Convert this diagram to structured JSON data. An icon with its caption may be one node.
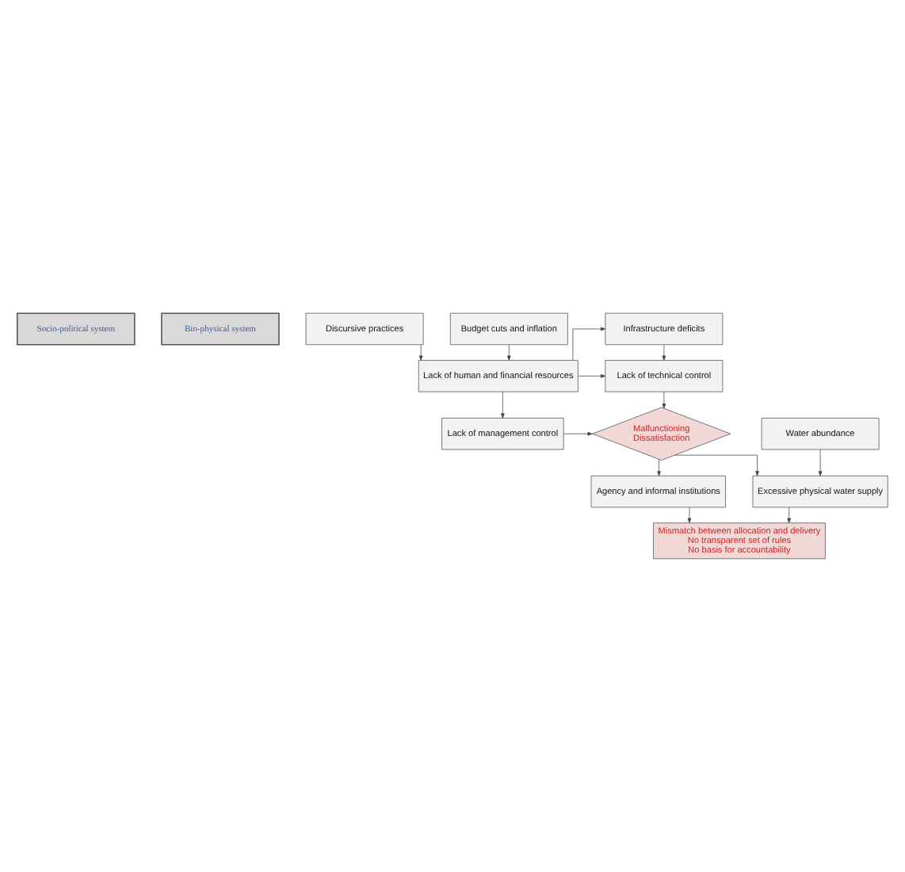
{
  "diagram": {
    "nodes": [
      {
        "text": [
          "Socio-political system"
        ]
      },
      {
        "text": [
          "Bio-physical system"
        ]
      },
      {
        "text": [
          "Discursive practices"
        ]
      },
      {
        "text": [
          "Budget cuts and inflation"
        ]
      },
      {
        "text": [
          "Lack of human and financial resources"
        ]
      },
      {
        "text": [
          "Infrastructure deficits"
        ]
      },
      {
        "text": [
          "Lack of technical control"
        ]
      },
      {
        "text": [
          "Lack of management control"
        ]
      },
      {
        "text": [
          "Malfunctioning",
          "Dissatisfaction"
        ]
      },
      {
        "text": [
          "Water abundance"
        ]
      },
      {
        "text": [
          "Agency and informal institutions"
        ]
      },
      {
        "text": [
          "Excessive physical water supply"
        ]
      },
      {
        "text": [
          "Mismatch between allocation and delivery",
          "No transparent set of rules",
          "No basis for accountability"
        ]
      }
    ],
    "edges": [
      {
        "from": 2,
        "to": 4,
        "arrow": "to"
      },
      {
        "from": 3,
        "to": 4,
        "arrow": "to"
      },
      {
        "from": 4,
        "to": 7,
        "arrow": "to"
      },
      {
        "from": 4,
        "to": 5,
        "arrow": "to"
      },
      {
        "from": 4,
        "to": 6,
        "arrow": "to"
      },
      {
        "from": 5,
        "to": 6,
        "arrow": "to"
      },
      {
        "from": 6,
        "to": 8,
        "arrow": "to"
      },
      {
        "from": 7,
        "to": 8,
        "arrow": "to"
      },
      {
        "from": 8,
        "to": 10,
        "arrow": "to"
      },
      {
        "from": 8,
        "to": 11,
        "arrow": "to"
      },
      {
        "from": 9,
        "to": 11,
        "arrow": "to"
      },
      {
        "from": 10,
        "to": 12,
        "arrow": "to"
      },
      {
        "from": 11,
        "to": 12,
        "arrow": "to"
      }
    ]
  }
}
